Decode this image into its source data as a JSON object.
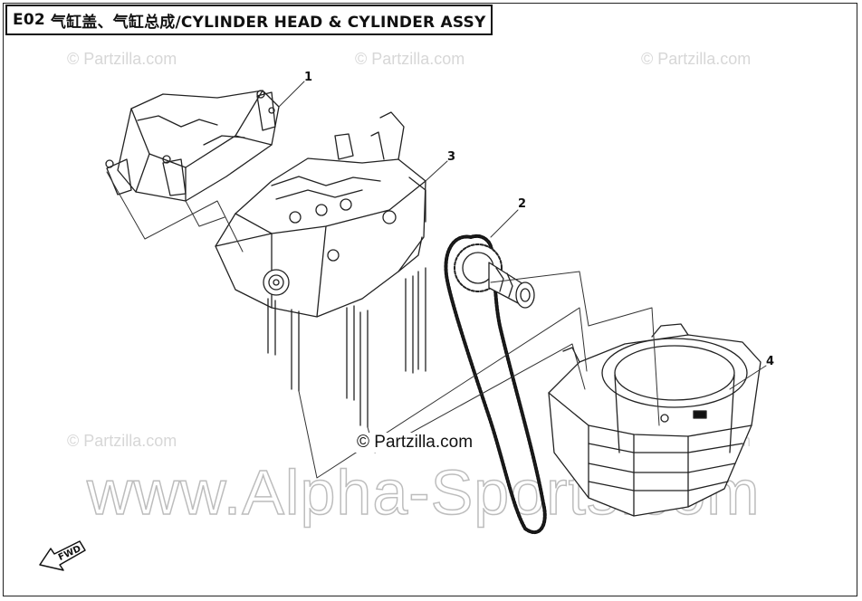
{
  "diagram": {
    "code": "E02",
    "title": "气缸盖、气缸总成/CYLINDER HEAD & CYLINDER ASSY",
    "watermark_small": "© Partzilla.com",
    "watermark_center": "© Partzilla.com",
    "watermark_large": "www.Alpha-Sports.com",
    "fwd_label": "FWD",
    "callouts": [
      {
        "number": "1",
        "part": "cylinder-head-cover"
      },
      {
        "number": "2",
        "part": "timing-chain-camshaft"
      },
      {
        "number": "3",
        "part": "cylinder-head"
      },
      {
        "number": "4",
        "part": "cylinder"
      }
    ]
  }
}
